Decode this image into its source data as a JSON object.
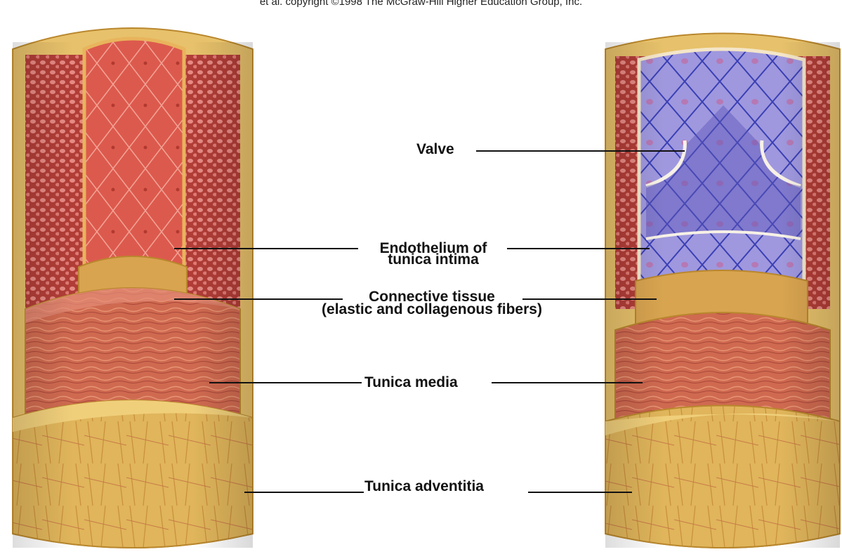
{
  "caption": "et al. copyright ©1998 The McGraw-Hill Higher Education Group, Inc.",
  "labels": {
    "valve": "Valve",
    "endothelium_line1": "Endothelium of",
    "endothelium_line2": "tunica intima",
    "connective_line1": "Connective tissue",
    "connective_line2": "(elastic and collagenous fibers)",
    "media": "Tunica media",
    "adventitia": "Tunica adventitia"
  },
  "colors": {
    "adventitia": "#e2b65a",
    "media": "#c9694f",
    "intima_artery": "#d9564a",
    "intima_vein": "#8a7fd0",
    "stroma": "#b8433a",
    "label_line": "#111111"
  }
}
